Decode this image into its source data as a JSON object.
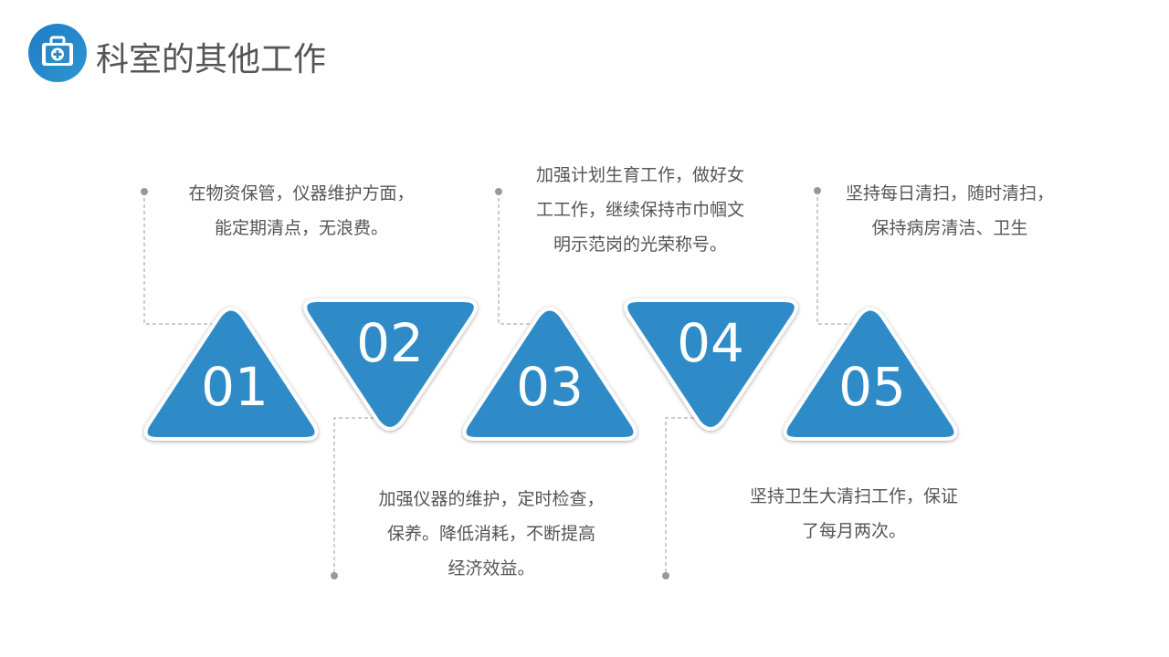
{
  "title": "科室的其他工作",
  "logo_icon": "medical-kit-icon",
  "colors": {
    "accent": "#2E8BC8",
    "text": "#555555"
  },
  "steps": [
    {
      "number": "01",
      "lines": [
        "在物资保管，仪器维护方面，",
        "能定期清点，无浪费。"
      ]
    },
    {
      "number": "02",
      "lines": [
        "加强仪器的维护，定时检查，",
        "保养。降低消耗，不断提高",
        "经济效益。"
      ]
    },
    {
      "number": "03",
      "lines": [
        "加强计划生育工作，做好女",
        "工工作，继续保持市巾帼文",
        "明示范岗的光荣称号。"
      ]
    },
    {
      "number": "04",
      "lines": [
        "坚持卫生大清扫工作，保证",
        "了每月两次。"
      ]
    },
    {
      "number": "05",
      "lines": [
        "坚持每日清扫，随时清扫，",
        "保持病房清洁、卫生"
      ]
    }
  ]
}
